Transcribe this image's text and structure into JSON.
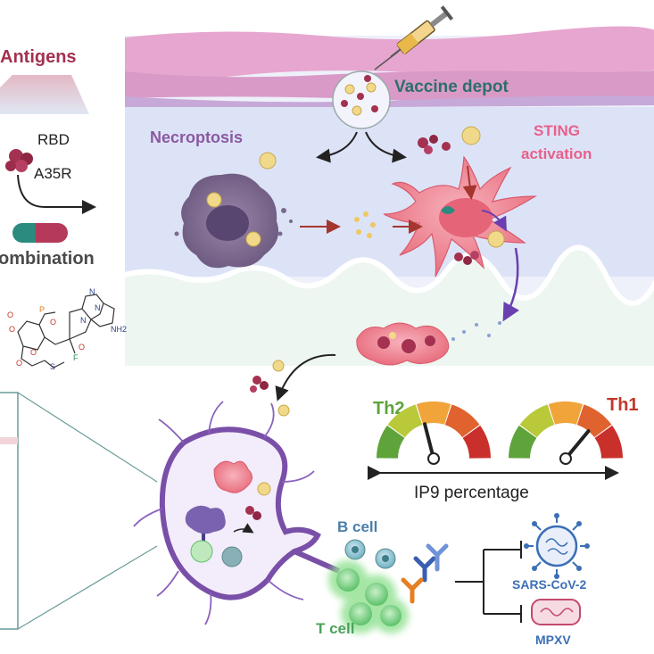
{
  "left_panel": {
    "antigens_title": "Antigens",
    "rbd_label": "RBD",
    "a35r_label": "A35R",
    "combination_label": "ombination"
  },
  "skin": {
    "vaccine_depot_label": "Vaccine depot",
    "necroptosis_label": "Necroptosis",
    "sting_line1": "STING",
    "sting_line2": "activation"
  },
  "molecule": {
    "atoms": [
      "O",
      "N",
      "NH2",
      "P",
      "O",
      "F",
      "O",
      "S",
      "O",
      "O",
      "O",
      "N",
      "N"
    ]
  },
  "gauges": {
    "th2_label": "Th2",
    "th1_label": "Th1",
    "axis_label": "IP9 percentage",
    "left_gauge_level": 0.42,
    "right_gauge_level": 0.72
  },
  "lymph": {
    "bcell_label": "B cell",
    "tcell_label": "T cell",
    "sars_label": "SARS-CoV-2",
    "mpxv_label": "MPXV"
  },
  "colors": {
    "antigen": "#a3314f",
    "sting_text": "#e8608a",
    "depot_text": "#2e6e6a",
    "necroptosis_text": "#8a5aa0",
    "th2_text": "#5fa33b",
    "th1_text": "#c0392b",
    "virus_text": "#3b6fb6",
    "bcell_text": "#4a7fa8",
    "tcell_text": "#4aa25a"
  }
}
